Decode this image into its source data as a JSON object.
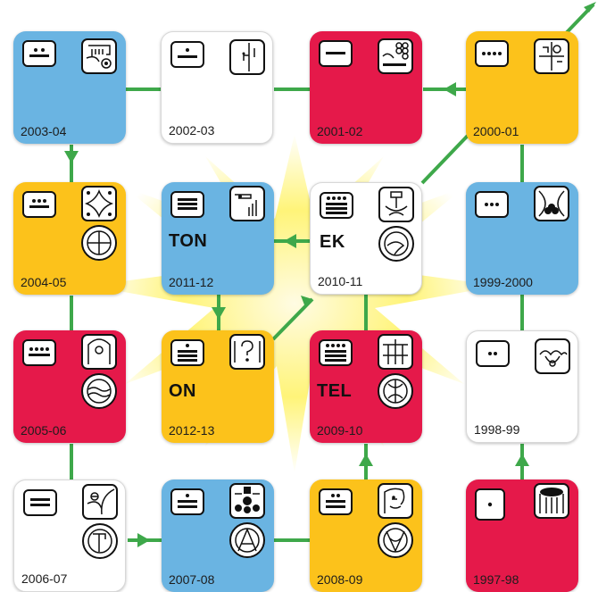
{
  "tiles": {
    "t200304": {
      "year": "2003-04",
      "color": "#6ab4e2"
    },
    "t200203": {
      "year": "2002-03",
      "color": "#ffffff"
    },
    "t200102": {
      "year": "2001-02",
      "color": "#e5194a"
    },
    "t200001": {
      "year": "2000-01",
      "color": "#fcc21b"
    },
    "t200405": {
      "year": "2004-05",
      "color": "#fcc21b"
    },
    "t201112": {
      "year": "2011-12",
      "word": "TON",
      "color": "#6ab4e2"
    },
    "t201011": {
      "year": "2010-11",
      "word": "EK",
      "color": "#ffffff"
    },
    "t19992000": {
      "year": "1999-2000",
      "color": "#6ab4e2"
    },
    "t200506": {
      "year": "2005-06",
      "color": "#e5194a"
    },
    "t201213": {
      "year": "2012-13",
      "word": "ON",
      "color": "#fcc21b"
    },
    "t200910": {
      "year": "2009-10",
      "word": "TEL",
      "color": "#e5194a"
    },
    "t199899": {
      "year": "1998-99",
      "color": "#ffffff"
    },
    "t200607": {
      "year": "2006-07",
      "color": "#ffffff"
    },
    "t200708": {
      "year": "2007-08",
      "color": "#6ab4e2"
    },
    "t200809": {
      "year": "2008-09",
      "color": "#fcc21b"
    },
    "t199798": {
      "year": "1997-98",
      "color": "#e5194a"
    }
  },
  "colors": {
    "connector": "#3ea84a",
    "burst": "#fff36a"
  }
}
